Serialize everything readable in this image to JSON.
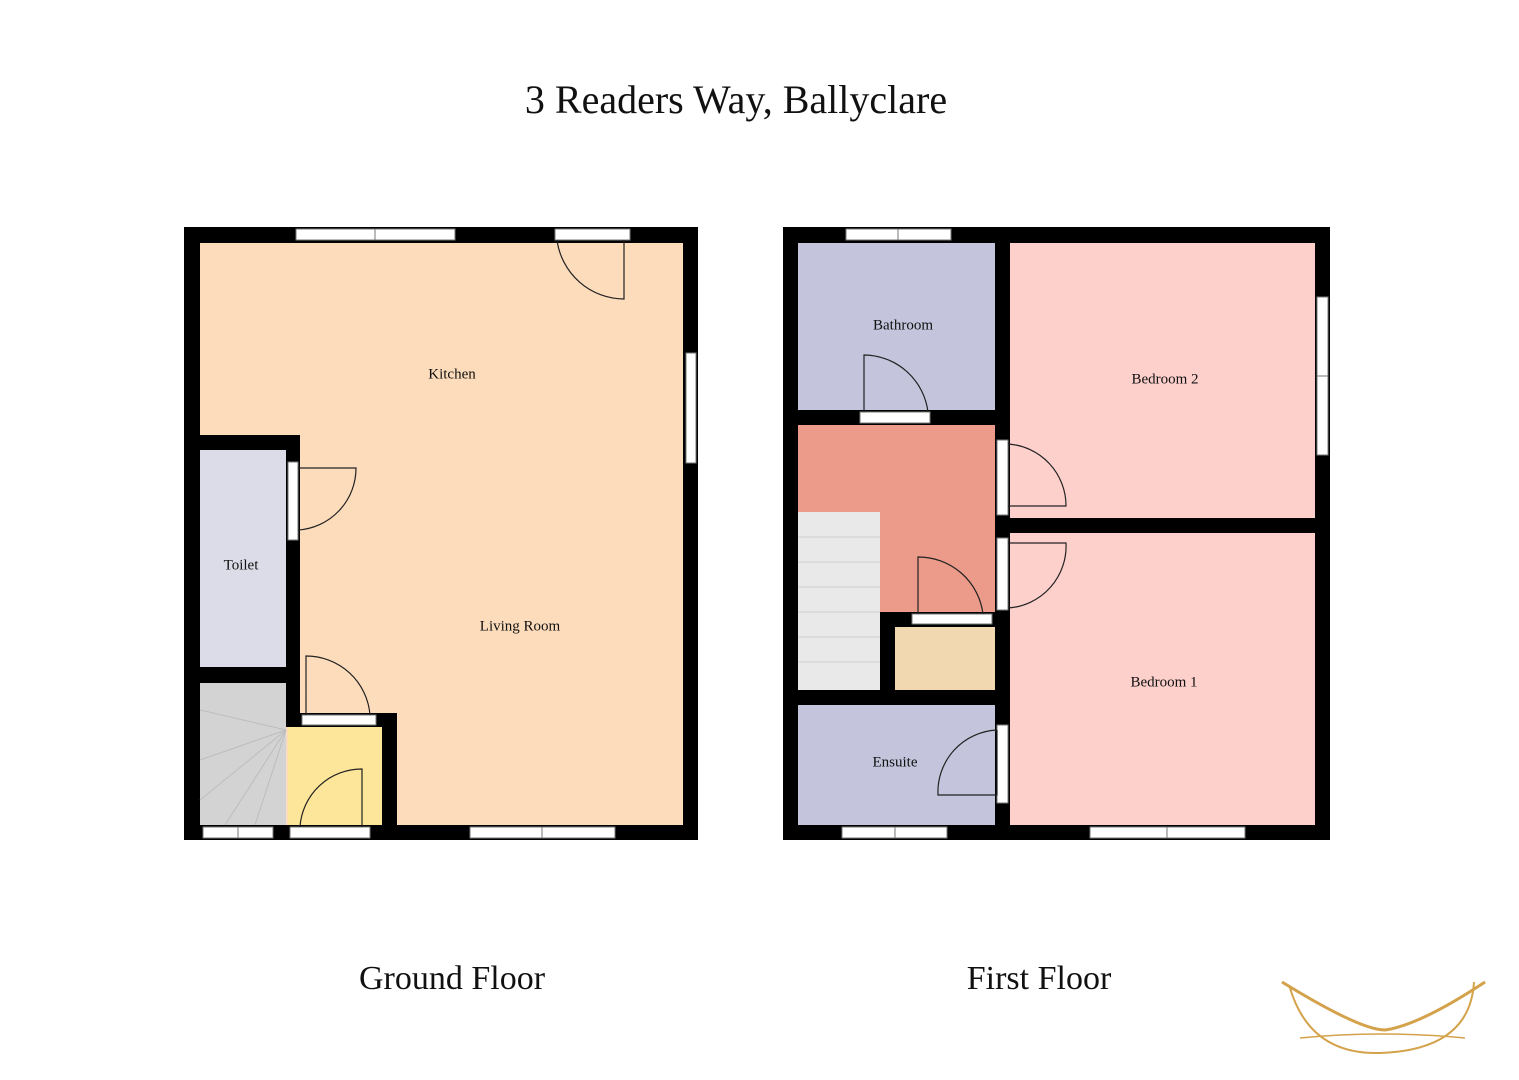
{
  "title": "3 Readers Way, Ballyclare",
  "floors": [
    {
      "label": "Ground Floor",
      "rooms": [
        "Kitchen",
        "Living Room",
        "Toilet"
      ]
    },
    {
      "label": "First Floor",
      "rooms": [
        "Bathroom",
        "Bedroom 2",
        "Bedroom 1",
        "Ensuite"
      ]
    }
  ],
  "colors": {
    "wall": "#000000",
    "kitchen_living": "#fddcbc",
    "toilet": "#dcdce8",
    "porch": "#fde59a",
    "stairs": "#d6d6d6",
    "bathroom": "#c4c4dc",
    "bedroom": "#fdd0cc",
    "landing": "#ec9a8a",
    "cupboard": "#f2d8b0",
    "logo": "#d4a24a"
  },
  "logo": "gold-swoosh-logo"
}
